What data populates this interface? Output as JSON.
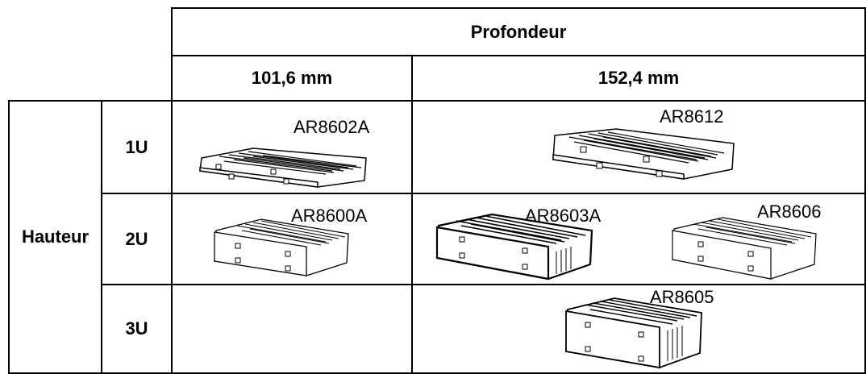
{
  "table": {
    "depth_header": "Profondeur",
    "depth_columns": [
      "101,6 mm",
      "152,4 mm"
    ],
    "height_header": "Hauteur",
    "height_rows": [
      "1U",
      "2U",
      "3U"
    ]
  },
  "products": {
    "1U": {
      "depth_101": "AR8602A",
      "depth_152": [
        "AR8612"
      ]
    },
    "2U": {
      "depth_101": "AR8600A",
      "depth_152": [
        "AR8603A",
        "AR8606"
      ]
    },
    "3U": {
      "depth_101": "",
      "depth_152": [
        "AR8605"
      ]
    }
  }
}
